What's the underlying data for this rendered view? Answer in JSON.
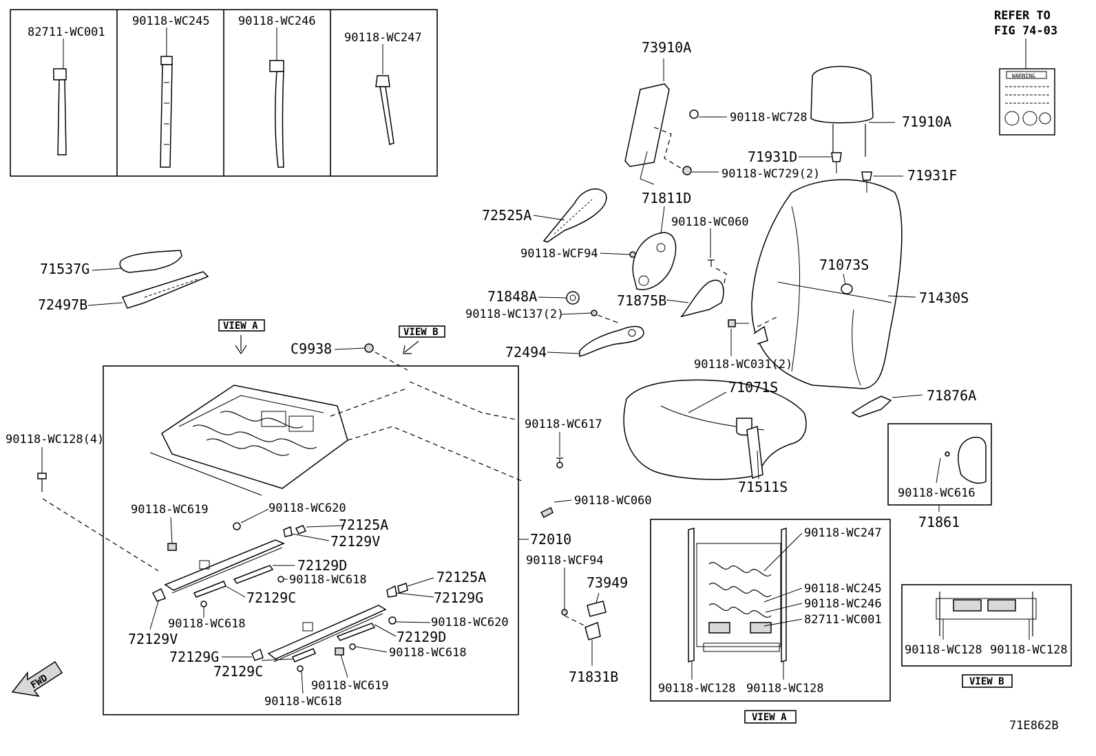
{
  "labels": {
    "p82711_WC001": "82711-WC001",
    "p90118_WC245": "90118-WC245",
    "p90118_WC246": "90118-WC246",
    "p90118_WC247": "90118-WC247",
    "refer_to_1": "REFER TO",
    "refer_to_2": "FIG 74-03",
    "p73910A": "73910A",
    "p90118_WC728": "90118-WC728",
    "p71910A": "71910A",
    "p71931D": "71931D",
    "p90118_WC729": "90118-WC729(2)",
    "p71931F": "71931F",
    "p72525A": "72525A",
    "p71811D": "71811D",
    "p90118_WC060_top": "90118-WC060",
    "p90118_WCF94_top": "90118-WCF94",
    "p71073S": "71073S",
    "p71430S": "71430S",
    "p71537G": "71537G",
    "p72497B": "72497B",
    "p71848A": "71848A",
    "p71875B": "71875B",
    "p90118_WC137": "90118-WC137(2)",
    "p72494": "72494",
    "p90118_WC031": "90118-WC031(2)",
    "p71071S": "71071S",
    "p71876A": "71876A",
    "view_a_tag": "VIEW A",
    "view_b_tag": "VIEW B",
    "pC9938": "C9938",
    "p90118_WC617": "90118-WC617",
    "p71511S": "71511S",
    "p90118_WC616": "90118-WC616",
    "p71861": "71861",
    "p90118_WC128_4": "90118-WC128(4)",
    "p90118_WC060_mid": "90118-WC060",
    "p90118_WC619_top": "90118-WC619",
    "p90118_WC620_top": "90118-WC620",
    "p72125A_top": "72125A",
    "p72129V_top": "72129V",
    "p72010": "72010",
    "p72129D_top": "72129D",
    "p90118_WC618_a": "90118-WC618",
    "p72129C_top": "72129C",
    "p90118_WC618_b": "90118-WC618",
    "p72129V_bot": "72129V",
    "p72125A_bot": "72125A",
    "p72129G_top": "72129G",
    "p90118_WC620_bot": "90118-WC620",
    "p72129D_bot": "72129D",
    "p90118_WC618_c": "90118-WC618",
    "p72129G_bot": "72129G",
    "p72129C_bot": "72129C",
    "p90118_WC619_bot": "90118-WC619",
    "p90118_WC618_d": "90118-WC618",
    "p90118_WCF94_mid": "90118-WCF94",
    "p73949": "73949",
    "p71831B": "71831B",
    "va_90118_WC247": "90118-WC247",
    "va_90118_WC245": "90118-WC245",
    "va_90118_WC246": "90118-WC246",
    "va_82711_WC001": "82711-WC001",
    "va_90118_WC128_l": "90118-WC128",
    "va_90118_WC128_r": "90118-WC128",
    "view_a_caption": "VIEW A",
    "vb_90118_WC128_l": "90118-WC128",
    "vb_90118_WC128_r": "90118-WC128",
    "view_b_caption": "VIEW B",
    "fwd": "FWD",
    "warning": "WARNING",
    "diagram_id": "71E862B"
  }
}
